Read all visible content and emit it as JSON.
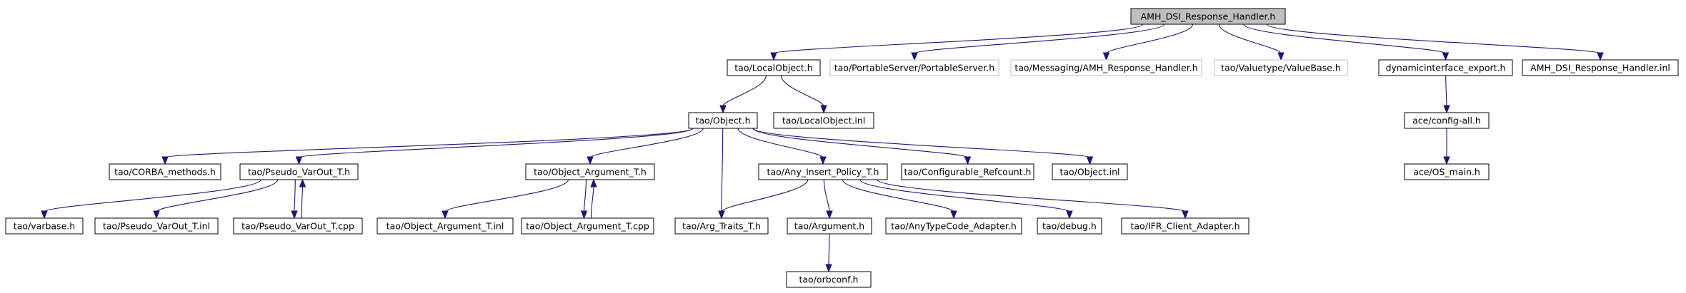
{
  "graph": {
    "nodes": [
      {
        "id": "root",
        "label": "AMH_DSI_Response_Handler.h",
        "style": "root"
      },
      {
        "id": "localobject_h",
        "label": "tao/LocalObject.h",
        "style": "normal"
      },
      {
        "id": "portableserver_h",
        "label": "tao/PortableServer/PortableServer.h",
        "style": "missing"
      },
      {
        "id": "amh_response_handler_h",
        "label": "tao/Messaging/AMH_Response_Handler.h",
        "style": "missing"
      },
      {
        "id": "valuebase_h",
        "label": "tao/Valuetype/ValueBase.h",
        "style": "missing"
      },
      {
        "id": "dii_export_h",
        "label": "dynamicinterface_export.h",
        "style": "normal"
      },
      {
        "id": "root_inl",
        "label": "AMH_DSI_Response_Handler.inl",
        "style": "normal"
      },
      {
        "id": "object_h",
        "label": "tao/Object.h",
        "style": "normal"
      },
      {
        "id": "localobject_inl",
        "label": "tao/LocalObject.inl",
        "style": "normal"
      },
      {
        "id": "config_all_h",
        "label": "ace/config-all.h",
        "style": "normal"
      },
      {
        "id": "corba_methods_h",
        "label": "tao/CORBA_methods.h",
        "style": "normal"
      },
      {
        "id": "pseudo_varout_h",
        "label": "tao/Pseudo_VarOut_T.h",
        "style": "normal"
      },
      {
        "id": "object_argument_h",
        "label": "tao/Object_Argument_T.h",
        "style": "normal"
      },
      {
        "id": "any_insert_policy_h",
        "label": "tao/Any_Insert_Policy_T.h",
        "style": "normal"
      },
      {
        "id": "configurable_refcount_h",
        "label": "tao/Configurable_Refcount.h",
        "style": "normal"
      },
      {
        "id": "object_inl",
        "label": "tao/Object.inl",
        "style": "normal"
      },
      {
        "id": "os_main_h",
        "label": "ace/OS_main.h",
        "style": "normal"
      },
      {
        "id": "varbase_h",
        "label": "tao/varbase.h",
        "style": "normal"
      },
      {
        "id": "pseudo_varout_inl",
        "label": "tao/Pseudo_VarOut_T.inl",
        "style": "normal"
      },
      {
        "id": "pseudo_varout_cpp",
        "label": "tao/Pseudo_VarOut_T.cpp",
        "style": "normal"
      },
      {
        "id": "object_argument_inl",
        "label": "tao/Object_Argument_T.inl",
        "style": "normal"
      },
      {
        "id": "object_argument_cpp",
        "label": "tao/Object_Argument_T.cpp",
        "style": "normal"
      },
      {
        "id": "arg_traits_h",
        "label": "tao/Arg_Traits_T.h",
        "style": "normal"
      },
      {
        "id": "argument_h",
        "label": "tao/Argument.h",
        "style": "normal"
      },
      {
        "id": "anytypecode_adapter_h",
        "label": "tao/AnyTypeCode_Adapter.h",
        "style": "normal"
      },
      {
        "id": "debug_h",
        "label": "tao/debug.h",
        "style": "normal"
      },
      {
        "id": "ifr_client_adapter_h",
        "label": "tao/IFR_Client_Adapter.h",
        "style": "normal"
      },
      {
        "id": "orbconf_h",
        "label": "tao/orbconf.h",
        "style": "normal"
      }
    ],
    "edges": [
      [
        "root",
        "localobject_h"
      ],
      [
        "root",
        "portableserver_h"
      ],
      [
        "root",
        "amh_response_handler_h"
      ],
      [
        "root",
        "valuebase_h"
      ],
      [
        "root",
        "dii_export_h"
      ],
      [
        "root",
        "root_inl"
      ],
      [
        "localobject_h",
        "object_h"
      ],
      [
        "localobject_h",
        "localobject_inl"
      ],
      [
        "dii_export_h",
        "config_all_h"
      ],
      [
        "config_all_h",
        "os_main_h"
      ],
      [
        "object_h",
        "corba_methods_h"
      ],
      [
        "object_h",
        "pseudo_varout_h"
      ],
      [
        "object_h",
        "object_argument_h"
      ],
      [
        "object_h",
        "arg_traits_h"
      ],
      [
        "object_h",
        "any_insert_policy_h"
      ],
      [
        "object_h",
        "configurable_refcount_h"
      ],
      [
        "object_h",
        "object_inl"
      ],
      [
        "pseudo_varout_h",
        "varbase_h"
      ],
      [
        "pseudo_varout_h",
        "pseudo_varout_inl"
      ],
      [
        "pseudo_varout_h",
        "pseudo_varout_cpp"
      ],
      [
        "pseudo_varout_cpp",
        "pseudo_varout_h"
      ],
      [
        "object_argument_h",
        "object_argument_inl"
      ],
      [
        "object_argument_h",
        "object_argument_cpp"
      ],
      [
        "object_argument_cpp",
        "object_argument_h"
      ],
      [
        "any_insert_policy_h",
        "arg_traits_h"
      ],
      [
        "any_insert_policy_h",
        "argument_h"
      ],
      [
        "any_insert_policy_h",
        "anytypecode_adapter_h"
      ],
      [
        "any_insert_policy_h",
        "debug_h"
      ],
      [
        "any_insert_policy_h",
        "ifr_client_adapter_h"
      ],
      [
        "argument_h",
        "orbconf_h"
      ]
    ],
    "colors": {
      "edge": "#191970",
      "node_border": "#000000",
      "missing_border": "#bfbfbf",
      "root_fill": "#bfbfbf",
      "node_fill": "#ffffff"
    }
  }
}
